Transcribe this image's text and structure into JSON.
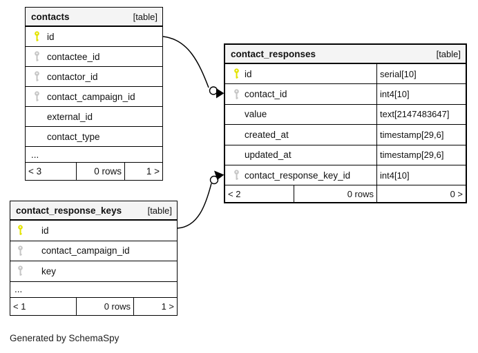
{
  "diagram": {
    "generated_note": "Generated by SchemaSpy"
  },
  "colors": {
    "primary_key": "#e3e300",
    "foreign_key": "#c6c6c6",
    "header_bg": "#f4f4f4",
    "border": "#000000",
    "background": "#ffffff"
  },
  "tables": [
    {
      "name": "contacts",
      "badge": "[table]",
      "columns": [
        {
          "name": "id",
          "key": "primary"
        },
        {
          "name": "contactee_id",
          "key": "foreign"
        },
        {
          "name": "contactor_id",
          "key": "foreign"
        },
        {
          "name": "contact_campaign_id",
          "key": "foreign"
        },
        {
          "name": "external_id",
          "key": "none"
        },
        {
          "name": "contact_type",
          "key": "none"
        }
      ],
      "ellipsis": "...",
      "footer": {
        "related_in": "< 3",
        "rows": "0 rows",
        "related_out": "1 >"
      }
    },
    {
      "name": "contact_responses",
      "badge": "[table]",
      "columns": [
        {
          "name": "id",
          "type": "serial[10]",
          "key": "primary"
        },
        {
          "name": "contact_id",
          "type": "int4[10]",
          "key": "foreign"
        },
        {
          "name": "value",
          "type": "text[2147483647]",
          "key": "none"
        },
        {
          "name": "created_at",
          "type": "timestamp[29,6]",
          "key": "none"
        },
        {
          "name": "updated_at",
          "type": "timestamp[29,6]",
          "key": "none"
        },
        {
          "name": "contact_response_key_id",
          "type": "int4[10]",
          "key": "foreign"
        }
      ],
      "footer": {
        "related_in": "< 2",
        "rows": "0 rows",
        "related_out": "0 >"
      }
    },
    {
      "name": "contact_response_keys",
      "badge": "[table]",
      "columns": [
        {
          "name": "id",
          "key": "primary"
        },
        {
          "name": "contact_campaign_id",
          "key": "foreign"
        },
        {
          "name": "key",
          "key": "foreign"
        }
      ],
      "ellipsis": "...",
      "footer": {
        "related_in": "< 1",
        "rows": "0 rows",
        "related_out": "1 >"
      }
    }
  ],
  "relationships": [
    {
      "from": "contacts.id",
      "to": "contact_responses.contact_id"
    },
    {
      "from": "contact_response_keys.id",
      "to": "contact_responses.contact_response_key_id"
    }
  ]
}
